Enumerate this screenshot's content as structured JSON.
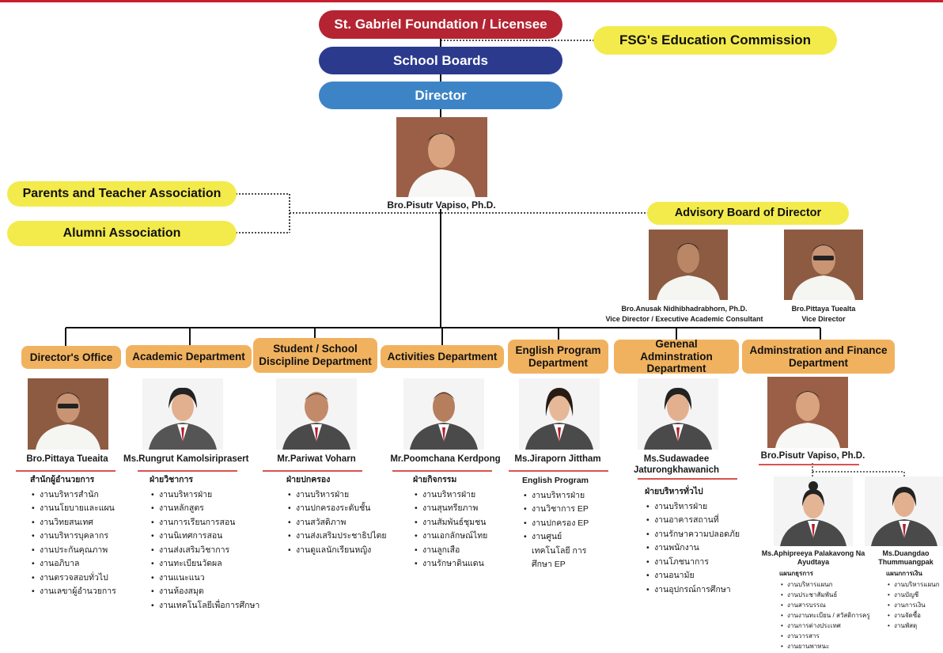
{
  "top": {
    "foundation": "St. Gabriel Foundation / Licensee",
    "commission": "FSG's Education Commission",
    "boards": "School Boards",
    "director": "Director"
  },
  "director_person": {
    "name": "Bro.Pisutr Vapiso, Ph.D."
  },
  "associations": {
    "parents": "Parents and Teacher Association",
    "alumni": "Alumni Association",
    "advisory": "Advisory Board of Director"
  },
  "advisors": [
    {
      "name": "Bro.Anusak Nidhibhadrabhorn, Ph.D.",
      "role": "Vice Director / Executive Academic Consultant"
    },
    {
      "name": "Bro.Pittaya Tuealta",
      "role": "Vice Director"
    }
  ],
  "departments": [
    {
      "title": "Director's Office",
      "person": "Bro.Pittaya Tueaita",
      "unit": "สำนักผู้อำนวยการ",
      "items": [
        "งานบริหารสำนัก",
        "งานนโยบายและแผน",
        "งานวิทยสนเทศ",
        "งานบริหารบุคลากร",
        "งานประกันคุณภาพ",
        "งานอภิบาล",
        "งานตรวจสอบทั่วไป",
        "งานเลขาผู้อำนวยการ"
      ]
    },
    {
      "title": "Academic Department",
      "person": "Ms.Rungrut Kamolsiriprasert",
      "unit": "ฝ่ายวิชาการ",
      "items": [
        "งานบริหารฝ่าย",
        "งานหลักสูตร",
        "งานการเรียนการสอน",
        "งานนิเทศการสอน",
        "งานส่งเสริมวิชาการ",
        "งานทะเบียนวัดผล",
        "งานแนะแนว",
        "งานห้องสมุด",
        "งานเทคโนโลยีเพื่อการศึกษา"
      ]
    },
    {
      "title": "Student / School Discipline Department",
      "person": "Mr.Pariwat Voharn",
      "unit": "ฝ่ายปกครอง",
      "items": [
        "งานบริหารฝ่าย",
        "งานปกครองระดับชั้น",
        "งานสวัสดิภาพ",
        "งานส่งเสริมประชาธิปไตย",
        "งานดูแลนักเรียนหญิง"
      ]
    },
    {
      "title": "Activities Department",
      "person": "Mr.Poomchana Kerdpong",
      "unit": "ฝ่ายกิจกรรม",
      "items": [
        "งานบริหารฝ่าย",
        "งานสุนทรียภาพ",
        "งานสัมพันธ์ชุมชน",
        "งานเอกลักษณ์ไทย",
        "งานลูกเสือ",
        "งานรักษาดินแดน"
      ]
    },
    {
      "title": "English Program Department",
      "person": "Ms.Jiraporn Jittham",
      "unit": "English Program",
      "items": [
        "งานบริหารฝ่าย",
        "งานวิชาการ EP",
        "งานปกครอง EP",
        "งานศูนย์เทคโนโลยี การศึกษา EP"
      ]
    },
    {
      "title": "Genenal Adminstration Department",
      "person": "Ms.Sudawadee Jaturongkhawanich",
      "unit": "ฝ่ายบริหารทั่วไป",
      "items": [
        "งานบริหารฝ่าย",
        "งานอาคารสถานที่",
        "งานรักษาความปลอดภัย",
        "งานพนักงาน",
        "งานโภชนาการ",
        "งานอนามัย",
        "งานอุปกรณ์การศึกษา"
      ]
    },
    {
      "title": "Adminstration and Finance Department",
      "person": "Bro.Pisutr Vapiso, Ph.D."
    }
  ],
  "finance_sub": [
    {
      "name": "Ms.Aphipreeya Palakavong Na Ayudtaya",
      "unit": "แผนกธุรการ",
      "items": [
        "งานบริหารแผนก",
        "งานประชาสัมพันธ์",
        "งานสารบรรณ",
        "งานงานทะเบียน / สวัสดิการครู",
        "งานการต่างประเทศ",
        "งานวารสาร",
        "งานยานพาหนะ"
      ]
    },
    {
      "name": "Ms.Duangdao Thummuangpak",
      "unit": "แผนกการเงิน",
      "items": [
        "งานบริหารแผนก",
        "งานบัญชี",
        "งานการเงิน",
        "งานจัดซื้อ",
        "งานพัสดุ"
      ]
    }
  ]
}
